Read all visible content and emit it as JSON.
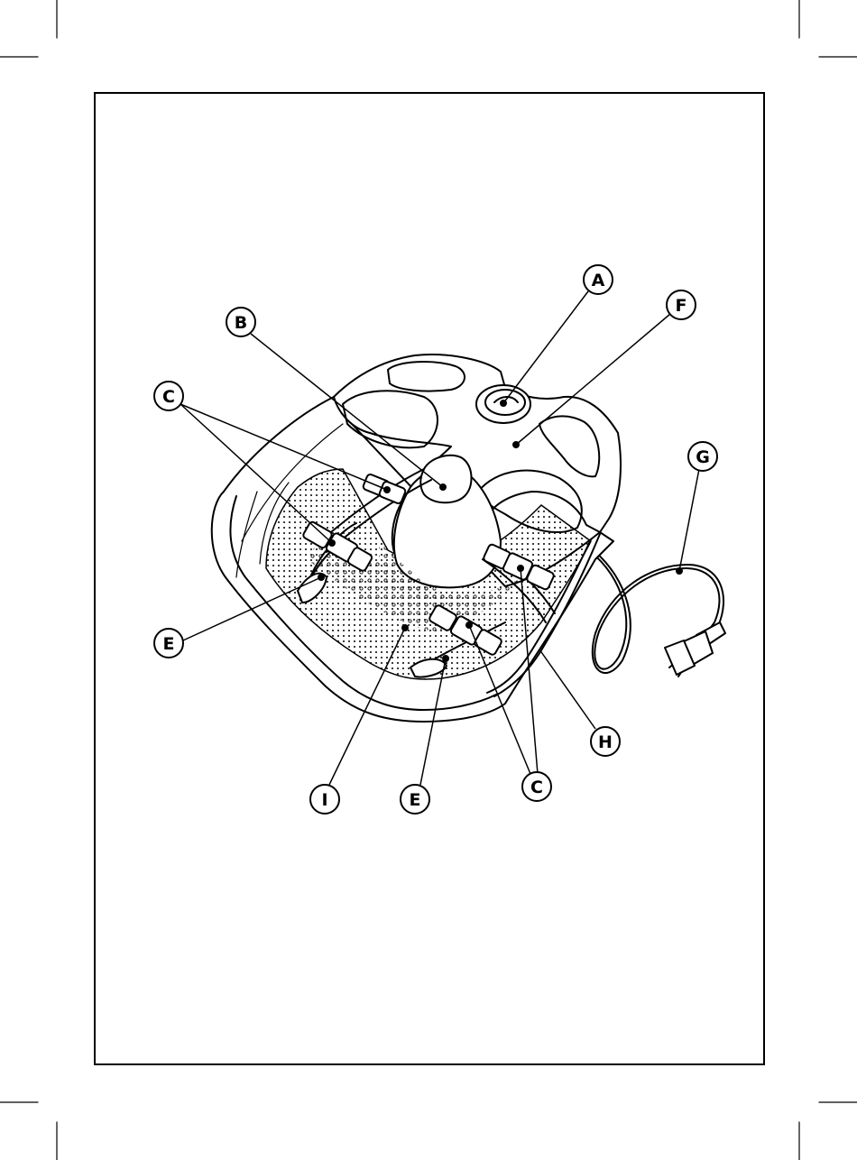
{
  "diagram": {
    "callouts": [
      {
        "id": "A",
        "label": "A"
      },
      {
        "id": "B",
        "label": "B"
      },
      {
        "id": "C",
        "label": "C"
      },
      {
        "id": "E",
        "label": "E"
      },
      {
        "id": "F",
        "label": "F"
      },
      {
        "id": "G",
        "label": "G"
      },
      {
        "id": "H",
        "label": "H"
      },
      {
        "id": "C2",
        "label": "C"
      },
      {
        "id": "E2",
        "label": "E"
      },
      {
        "id": "I",
        "label": "I"
      }
    ]
  }
}
